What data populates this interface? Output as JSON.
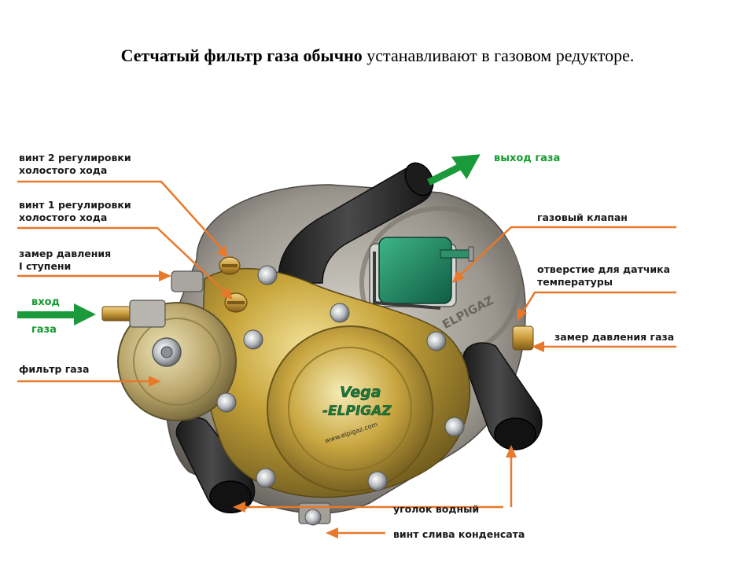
{
  "caption": {
    "bold": "Сетчатый фильтр газа обычно",
    "regular": " устанавливают в газовом редукторе."
  },
  "labels": {
    "screw2_l1": "винт 2 регулировки",
    "screw2_l2": "холостого хода",
    "screw1_l1": "винт 1 регулировки",
    "screw1_l2": "холостого хода",
    "pressure1_l1": "замер давления",
    "pressure1_l2": "I ступени",
    "inlet_l1": "вход",
    "inlet_l2": "газа",
    "filter": "фильтр газа",
    "outlet": "выход газа",
    "valve": "газовый клапан",
    "sensor_l1": "отверстие для датчика",
    "sensor_l2": "температуры",
    "gas_pressure": "замер давления газа",
    "water_elbow": "уголок водный",
    "drain_screw": "винт слива конденсата"
  },
  "device_text": {
    "logo_top": "Vega",
    "logo_bottom": "-ELPIGAZ",
    "url": "www.elpigaz.com",
    "body_brand": "ELPIGAZ"
  },
  "colors": {
    "leader_orange": "#e8782a",
    "arrow_green": "#1a9a3a",
    "label_green": "#139a2e",
    "metal_gold": "#c7a43a",
    "rubber": "#2a2a2a",
    "valve_green": "#1f8a66"
  }
}
